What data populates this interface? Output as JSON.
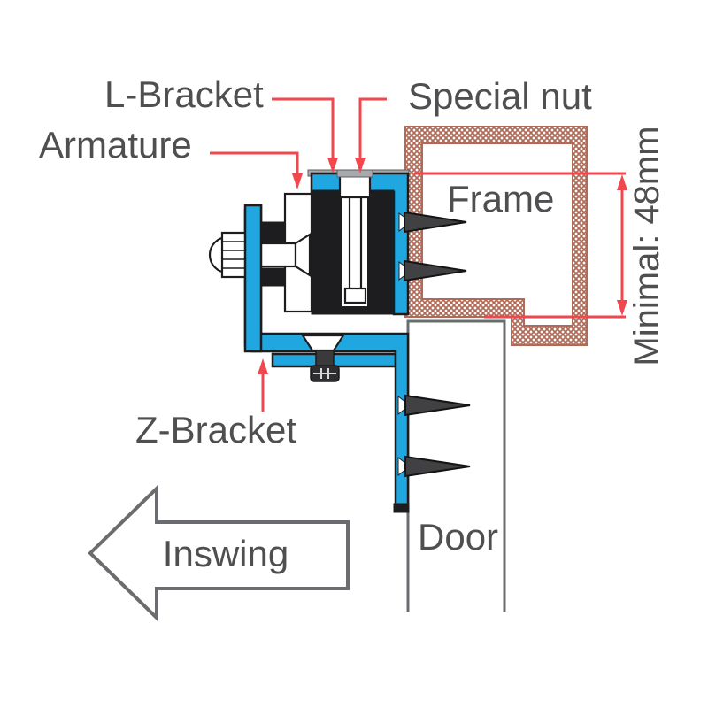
{
  "diagram": {
    "type": "technical-cross-section",
    "subject": "Electromagnetic lock Z-bracket / L-bracket inswing door installation",
    "labels": {
      "l_bracket": "L-Bracket",
      "special_nut": "Special nut",
      "armature": "Armature",
      "frame": "Frame",
      "z_bracket": "Z-Bracket",
      "door": "Door",
      "inswing": "Inswing",
      "dimension": "Minimal: 48mm"
    },
    "colors": {
      "bracket_blue": "#21A7E0",
      "leader_red": "#F1474E",
      "frame_brown": "#B06A58",
      "part_dark": "#1D1D1F",
      "text_gray": "#4F4F51",
      "outline_gray": "#6B6C6F",
      "cap_gray": "#A7A9AC",
      "background": "#FFFFFF"
    }
  }
}
